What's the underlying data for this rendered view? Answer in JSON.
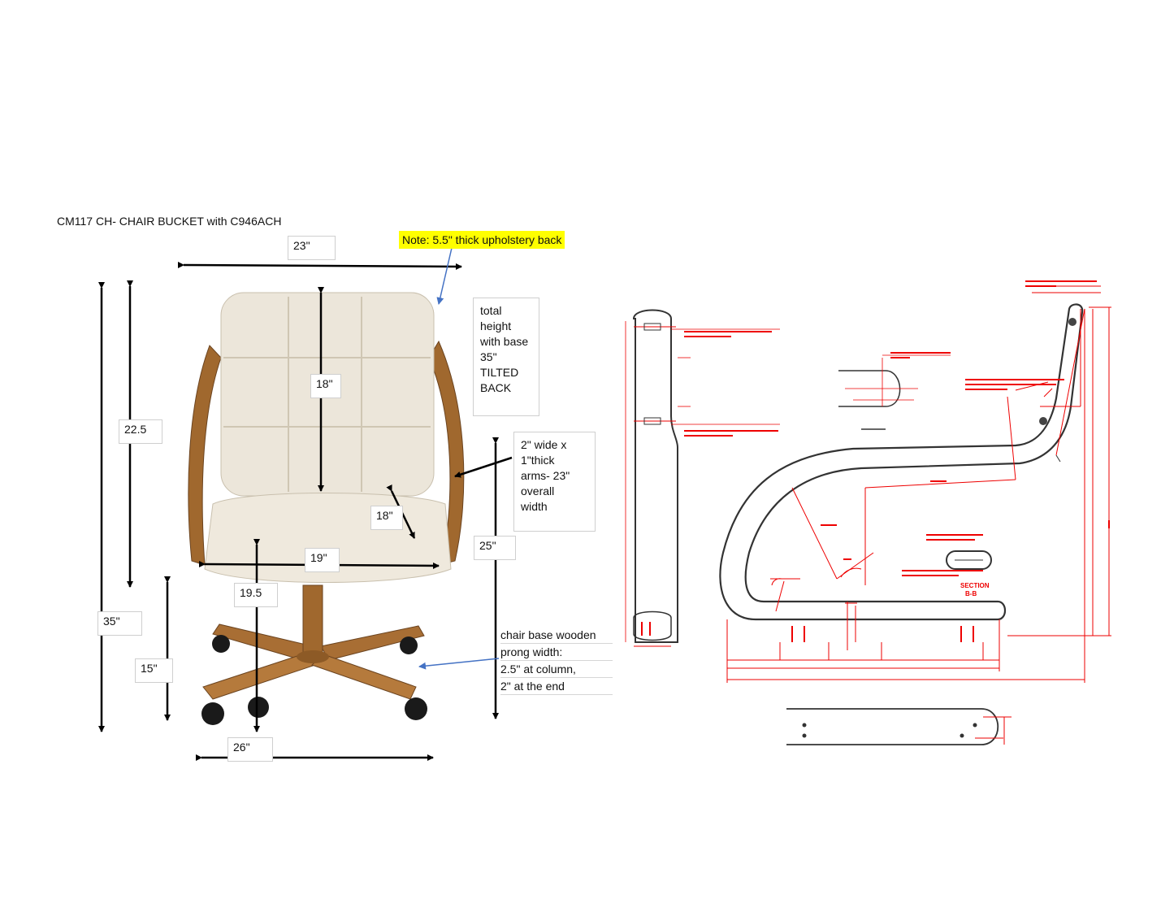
{
  "header": {
    "title": "CM117 CH- CHAIR BUCKET with  C946ACH",
    "note": "Note: 5.5\" thick upholstery back"
  },
  "dimensions": {
    "width_top": "23\"",
    "back_height": "18\"",
    "back_total": "22.5",
    "seat_depth": "18\"",
    "seat_width": "19\"",
    "seat_to_floor_center": "19.5",
    "arm_height": "25\"",
    "total_height": "35\"",
    "base_height": "15\"",
    "base_width": "26\""
  },
  "callouts": {
    "total_height": [
      "total",
      "height",
      "with base",
      "35\"",
      "TILTED",
      "BACK"
    ],
    "arms": [
      "2\" wide x",
      "1\"thick",
      "arms- 23\"",
      "overall",
      "width"
    ],
    "base": [
      "chair base wooden",
      "prong width:",
      "2.5\" at column,",
      "2\" at the end"
    ]
  },
  "drawing": {
    "section_label": "SECTION",
    "section_sub": "B-B",
    "colors": {
      "outline": "#333333",
      "dimension": "#e00000",
      "arrow": "#4472c4",
      "wood": "#a0682e",
      "fabric": "#ece6da"
    }
  }
}
